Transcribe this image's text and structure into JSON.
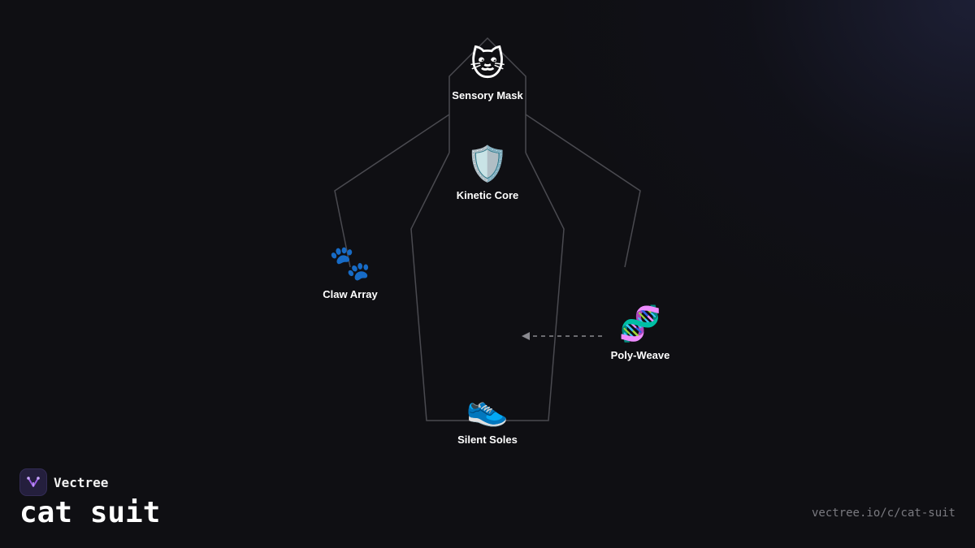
{
  "brand": {
    "name": "Vectree",
    "logo_icon": "vectree-logo-icon"
  },
  "diagram": {
    "title": "cat suit",
    "url": "vectree.io/c/cat-suit",
    "nodes": [
      {
        "id": "sensory-mask",
        "label": "Sensory Mask",
        "emoji": "🐱",
        "icon": "cat-face-icon"
      },
      {
        "id": "kinetic-core",
        "label": "Kinetic Core",
        "emoji": "🛡️",
        "icon": "shield-icon"
      },
      {
        "id": "claw-array",
        "label": "Claw Array",
        "emoji": "🐾",
        "icon": "paw-prints-icon"
      },
      {
        "id": "poly-weave",
        "label": "Poly-Weave",
        "emoji": "🧬",
        "icon": "dna-icon"
      },
      {
        "id": "silent-soles",
        "label": "Silent Soles",
        "emoji": "👟",
        "icon": "running-shoe-icon"
      }
    ],
    "edges": [
      {
        "from": "poly-weave",
        "to": "kinetic-core",
        "style": "dashed-arrow"
      }
    ]
  },
  "colors": {
    "background": "#0f0f13",
    "outline": "#4a4a50",
    "text": "#ffffff",
    "muted": "#7a7a80",
    "logo_bg": "#241f3d",
    "logo_accent": "#9b5de5"
  }
}
